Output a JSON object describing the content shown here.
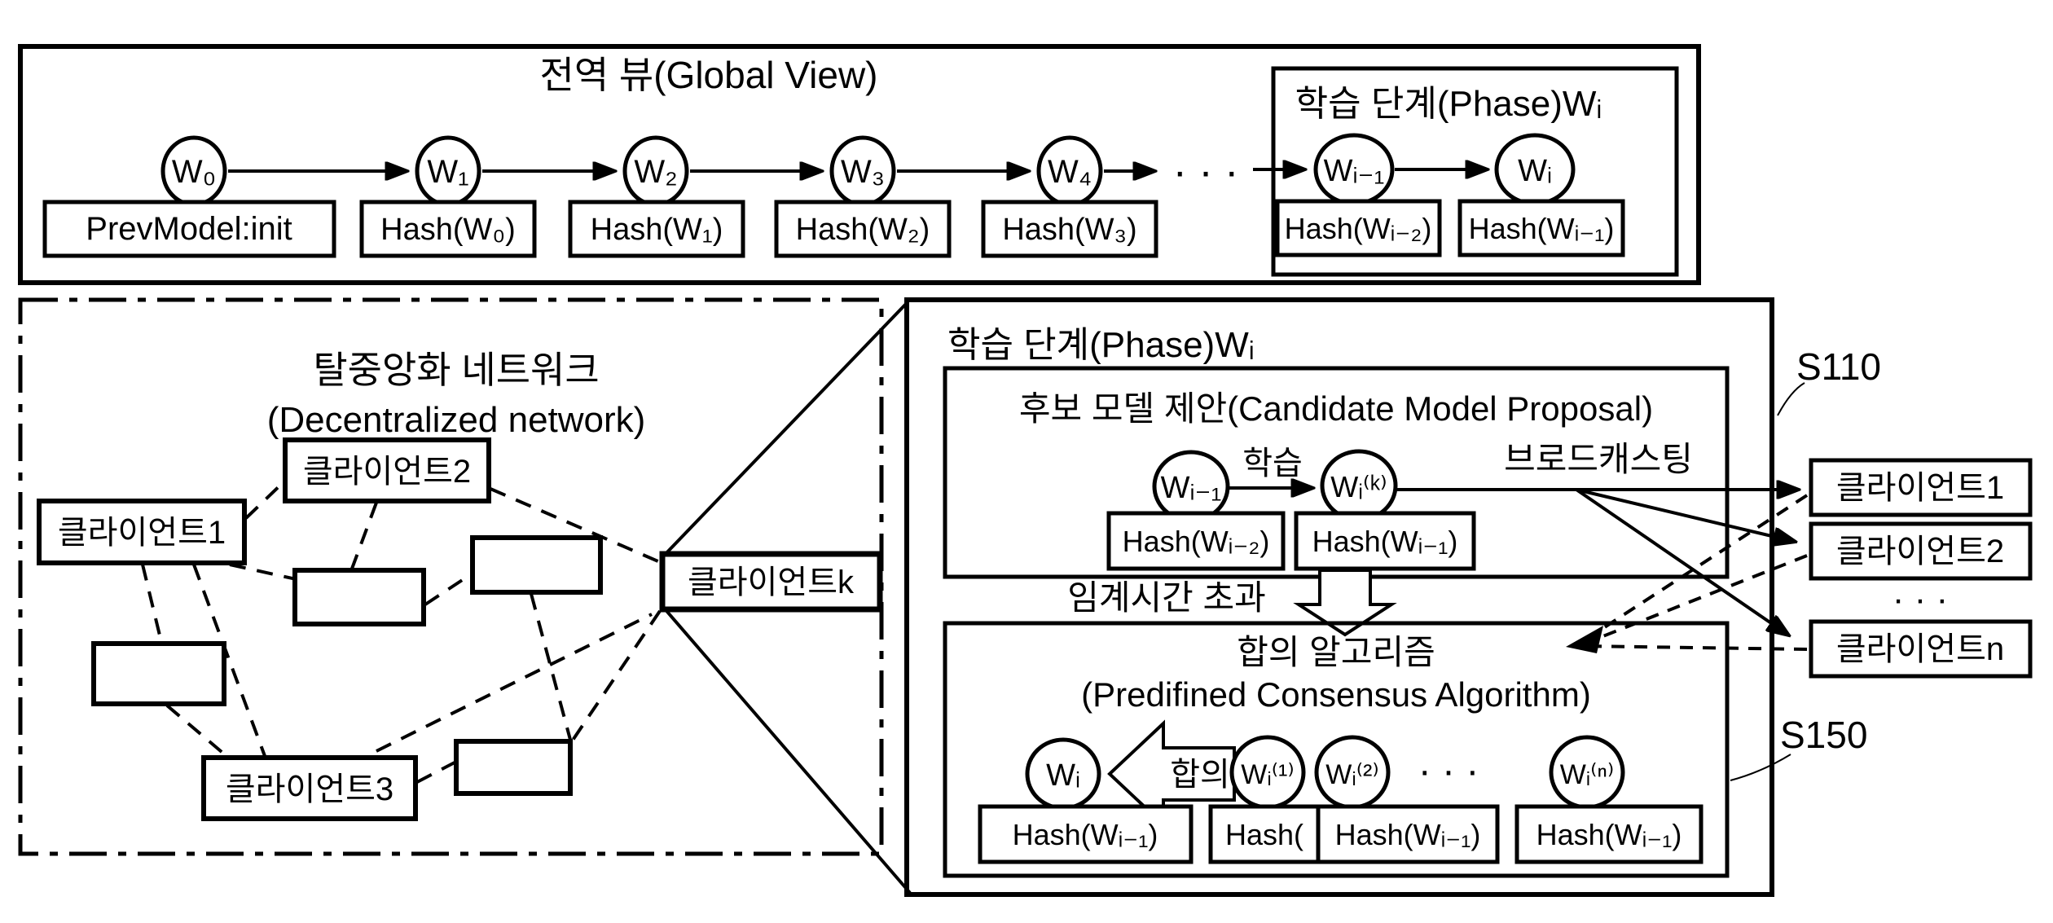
{
  "global_view": {
    "title": "전역 뷰(Global View)",
    "phase_title": "학습 단계(Phase)Wᵢ",
    "ellipsis": "· · ·",
    "chain": [
      {
        "node": "W₀",
        "tag": "PrevModel:init"
      },
      {
        "node": "W₁",
        "tag": "Hash(W₀)"
      },
      {
        "node": "W₂",
        "tag": "Hash(W₁)"
      },
      {
        "node": "W₃",
        "tag": "Hash(W₂)"
      },
      {
        "node": "W₄",
        "tag": "Hash(W₃)"
      }
    ],
    "phase_nodes": [
      {
        "node": "Wᵢ₋₁",
        "tag": "Hash(Wᵢ₋₂)"
      },
      {
        "node": "Wᵢ",
        "tag": "Hash(Wᵢ₋₁)"
      }
    ]
  },
  "network": {
    "title_ko": "탈중앙화 네트워크",
    "title_en": "(Decentralized network)",
    "clients": {
      "c1": "클라이언트1",
      "c2": "클라이언트2",
      "c3": "클라이언트3",
      "ck": "클라이언트k"
    }
  },
  "phase_detail": {
    "title": "학습 단계(Phase)Wᵢ",
    "step_s110": "S110",
    "step_s150": "S150",
    "candidate": {
      "title": "후보 모델 제안(Candidate Model Proposal)",
      "w_prev": "Wᵢ₋₁",
      "hash_prev": "Hash(Wᵢ₋₂)",
      "train_label": "학습",
      "w_k": "Wᵢ⁽ᵏ⁾",
      "hash_k": "Hash(Wᵢ₋₁)",
      "broadcast_label": "브로드캐스팅"
    },
    "timeout_label": "임계시간 초과",
    "consensus": {
      "title_ko": "합의 알고리즘",
      "title_en": "(Predifined Consensus Algorithm)",
      "agree_label": "합의",
      "w_final": "Wᵢ",
      "hash_final": "Hash(Wᵢ₋₁)",
      "w_1": "Wᵢ⁽¹⁾",
      "w_2": "Wᵢ⁽²⁾",
      "w_n": "Wᵢ⁽ⁿ⁾",
      "hash_partial": "Hash(",
      "hash_1": "Hash(Wᵢ₋₁)",
      "hash_n": "Hash(Wᵢ₋₁)",
      "ellipsis": "· · ·"
    },
    "remote_clients": [
      "클라이언트1",
      "클라이언트2",
      "클라이언트n"
    ],
    "remote_ellipsis": "· · ·"
  }
}
